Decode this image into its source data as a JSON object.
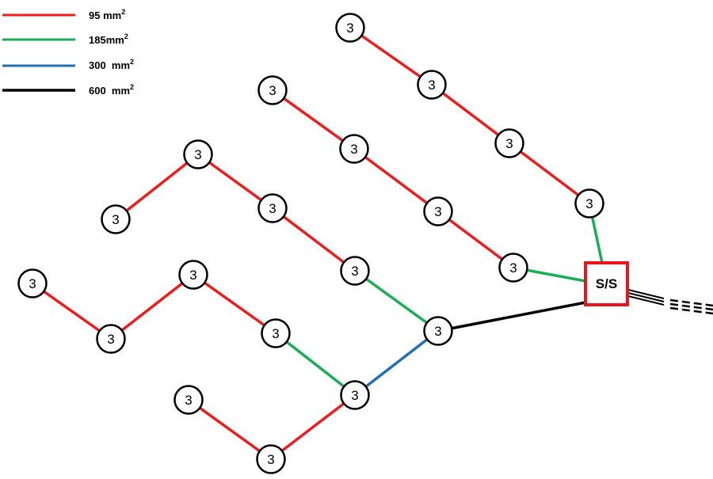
{
  "legend": [
    {
      "key": "red",
      "label": "95 mm",
      "sup": "2",
      "color": "#ee1c1c"
    },
    {
      "key": "green",
      "label": "185mm",
      "sup": "2",
      "color": "#1aaf54"
    },
    {
      "key": "blue",
      "label": "300  mm",
      "sup": "2",
      "color": "#1f6fb4"
    },
    {
      "key": "black",
      "label": "600  mm",
      "sup": "2",
      "color": "#000000"
    }
  ],
  "substation": {
    "label": "S/S",
    "border_color": "#e8141e"
  },
  "nodes": [
    {
      "id": "a1",
      "label": "3"
    },
    {
      "id": "a2",
      "label": "3"
    },
    {
      "id": "a3",
      "label": "3"
    },
    {
      "id": "a4",
      "label": "3"
    },
    {
      "id": "b1",
      "label": "3"
    },
    {
      "id": "b2",
      "label": "3"
    },
    {
      "id": "b3",
      "label": "3"
    },
    {
      "id": "b4",
      "label": "3"
    },
    {
      "id": "c1",
      "label": "3"
    },
    {
      "id": "c2",
      "label": "3"
    },
    {
      "id": "c3",
      "label": "3"
    },
    {
      "id": "c4",
      "label": "3"
    },
    {
      "id": "hub",
      "label": "3"
    },
    {
      "id": "d1",
      "label": "3"
    },
    {
      "id": "d2",
      "label": "3"
    },
    {
      "id": "d3",
      "label": "3"
    },
    {
      "id": "d4",
      "label": "3"
    },
    {
      "id": "e1",
      "label": "3"
    },
    {
      "id": "e2",
      "label": "3"
    },
    {
      "id": "mid",
      "label": "3"
    }
  ],
  "edges": [
    {
      "from": "a1",
      "to": "a2",
      "cable": "red"
    },
    {
      "from": "a2",
      "to": "a3",
      "cable": "red"
    },
    {
      "from": "a3",
      "to": "a4",
      "cable": "red"
    },
    {
      "from": "a4",
      "to": "ss",
      "cable": "green"
    },
    {
      "from": "b1",
      "to": "b2",
      "cable": "red"
    },
    {
      "from": "b2",
      "to": "b3",
      "cable": "red"
    },
    {
      "from": "b3",
      "to": "b4",
      "cable": "red"
    },
    {
      "from": "b4",
      "to": "ss",
      "cable": "green"
    },
    {
      "from": "c1",
      "to": "c2",
      "cable": "red"
    },
    {
      "from": "c2",
      "to": "c3",
      "cable": "red"
    },
    {
      "from": "c3",
      "to": "c4",
      "cable": "red"
    },
    {
      "from": "c4",
      "to": "hub",
      "cable": "green"
    },
    {
      "from": "hub",
      "to": "ss",
      "cable": "black"
    },
    {
      "from": "d1",
      "to": "d2",
      "cable": "red"
    },
    {
      "from": "d2",
      "to": "d3",
      "cable": "red"
    },
    {
      "from": "d3",
      "to": "d4",
      "cable": "red"
    },
    {
      "from": "d4",
      "to": "mid",
      "cable": "green"
    },
    {
      "from": "e1",
      "to": "e2",
      "cable": "red"
    },
    {
      "from": "e2",
      "to": "mid",
      "cable": "red"
    },
    {
      "from": "mid",
      "to": "hub",
      "cable": "blue"
    }
  ]
}
